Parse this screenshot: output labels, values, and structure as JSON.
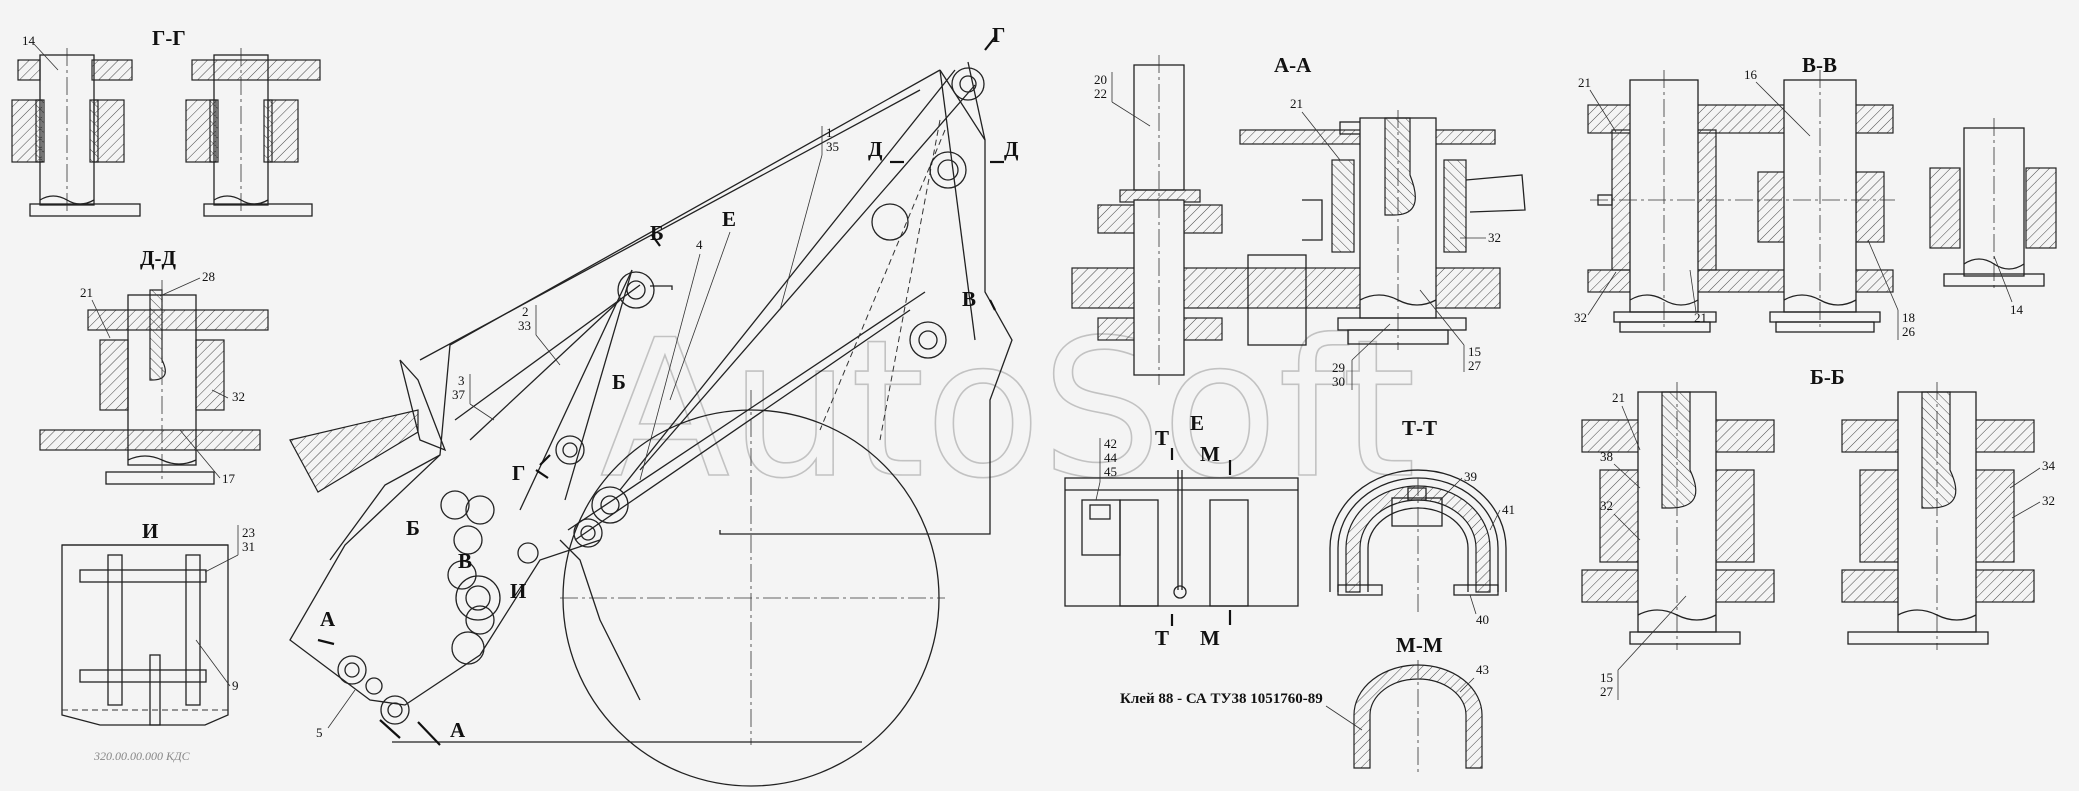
{
  "watermark": "AutoSoft",
  "drawing_code": "320.00.00.000 КДС",
  "glue_note": "Клей 88 - СА ТУ38 1051760-89",
  "sections": {
    "gg": "Г-Г",
    "dd": "Д-Д",
    "ii": "И",
    "aa": "А-А",
    "vv": "В-В",
    "bb": "Б-Б",
    "tt": "Т-Т",
    "mm": "М-М"
  },
  "cut_marks": {
    "g": "Г",
    "d": "Д",
    "b": "Б",
    "e": "Е",
    "v": "В",
    "a": "А",
    "i": "И",
    "t": "Т",
    "m": "М"
  },
  "callouts": {
    "n1": "1",
    "n35": "35",
    "n4": "4",
    "n2": "2",
    "n33": "33",
    "n3": "3",
    "n37": "37",
    "n5": "5",
    "n14": "14",
    "n21": "21",
    "n28": "28",
    "n32": "32",
    "n17": "17",
    "n23": "23",
    "n31": "31",
    "n9": "9",
    "n20": "20",
    "n22": "22",
    "n15": "15",
    "n27": "27",
    "n29": "29",
    "n30": "30",
    "n42": "42",
    "n44": "44",
    "n45": "45",
    "n39": "39",
    "n41": "41",
    "n40": "40",
    "n43": "43",
    "n16": "16",
    "n18": "18",
    "n26": "26",
    "n38": "38",
    "n34": "34"
  }
}
